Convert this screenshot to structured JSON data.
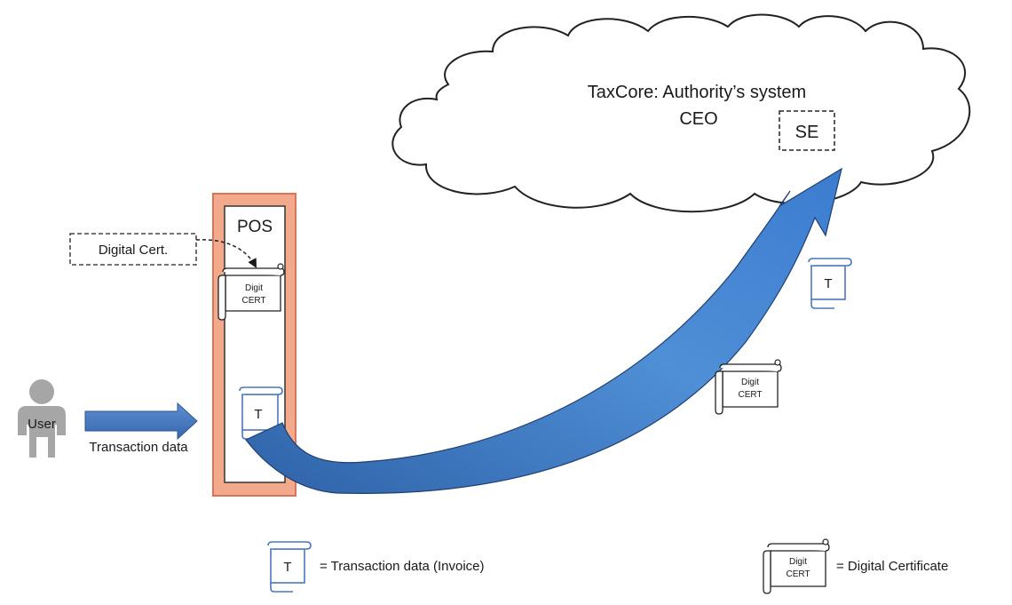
{
  "cloud": {
    "title": "TaxCore: Authority’s system",
    "subtitle": "CEO",
    "se_label": "SE"
  },
  "pos": {
    "label": "POS",
    "digit_cert": {
      "line1": "Digit",
      "line2": "CERT"
    },
    "transaction_doc": "T"
  },
  "digital_cert_box": {
    "label": "Digital Cert."
  },
  "user": {
    "label": "User",
    "transaction_label": "Transaction data"
  },
  "flow_docs": {
    "transaction_doc": "T",
    "digit_cert": {
      "line1": "Digit",
      "line2": "CERT"
    }
  },
  "legend": {
    "transaction_icon_label": "T",
    "transaction_text": "= Transaction data (Invoice)",
    "cert_icon": {
      "line1": "Digit",
      "line2": "CERT"
    },
    "cert_text": "= Digital Certificate"
  },
  "colors": {
    "pos_fill": "#f3a98c",
    "pos_border": "#d9735a",
    "arrow_blue": "#4a7fc1",
    "arrow_dark": "#2e5e9d",
    "doc_blue": "#4a76c0",
    "user_gray": "#a6a6a6"
  }
}
